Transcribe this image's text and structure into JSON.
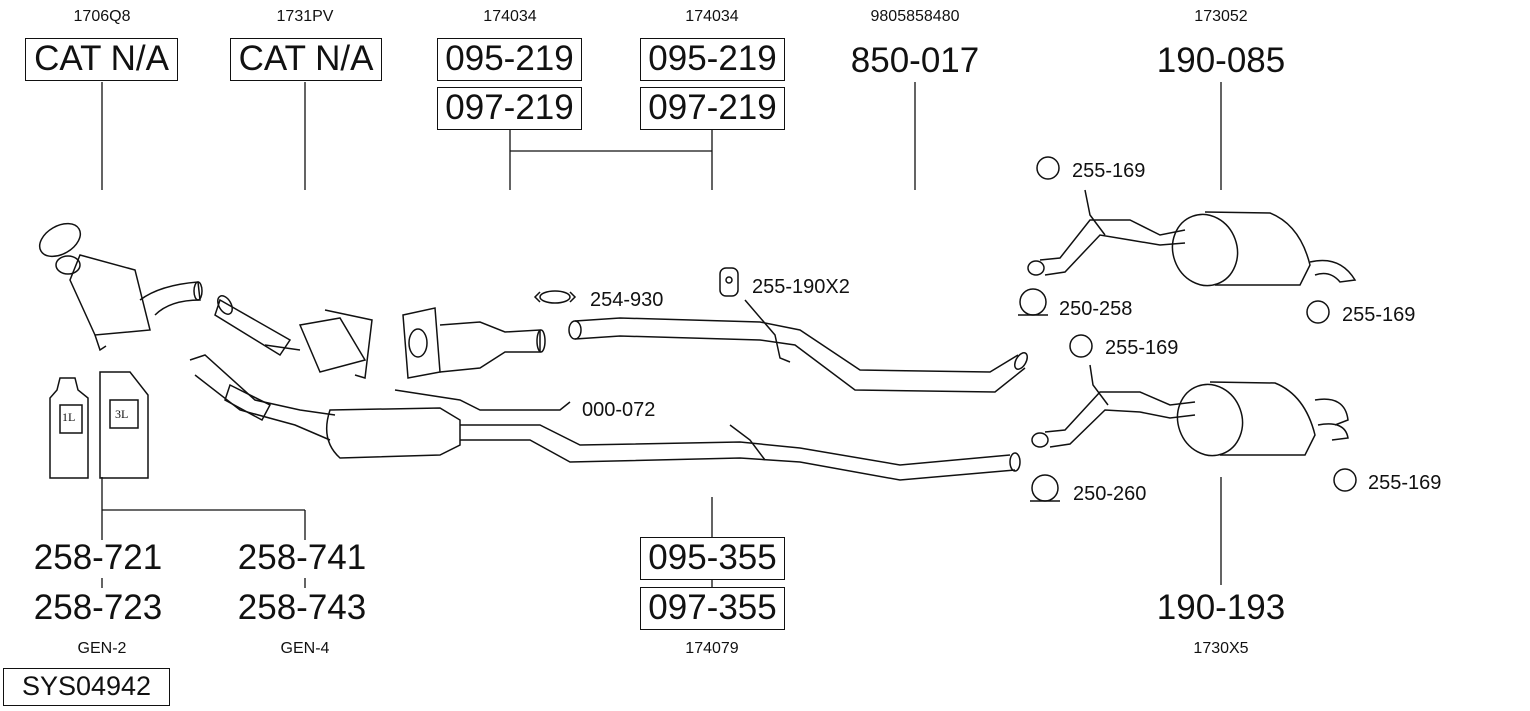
{
  "top_refs": [
    "1706Q8",
    "1731PV",
    "174034",
    "174034",
    "9805858480",
    "173052"
  ],
  "top_parts": {
    "cat1": "CAT N/A",
    "cat2": "CAT N/A",
    "mid1_a": "095-219",
    "mid1_b": "097-219",
    "mid2_a": "095-219",
    "mid2_b": "097-219",
    "center": "850-017",
    "rear": "190-085"
  },
  "accessories": {
    "clamp_front": "254-930",
    "hanger_mid": "255-190X2",
    "sensor": "000-072",
    "rear_top_hanger1": "255-169",
    "rear_top_clamp": "250-258",
    "rear_top_hanger2": "255-169",
    "rear_bot_hanger1": "255-169",
    "rear_bot_clamp": "250-260",
    "rear_bot_hanger2": "255-169",
    "bottle_1": "1L",
    "bottle_3": "3L"
  },
  "bottom_parts": {
    "gen2_a": "258-721",
    "gen2_b": "258-723",
    "gen4_a": "258-741",
    "gen4_b": "258-743",
    "mid_a": "095-355",
    "mid_b": "097-355",
    "rear": "190-193"
  },
  "bottom_refs": {
    "gen2": "GEN-2",
    "gen4": "GEN-4",
    "mid": "174079",
    "rear": "1730X5"
  },
  "system_id": "SYS04942"
}
